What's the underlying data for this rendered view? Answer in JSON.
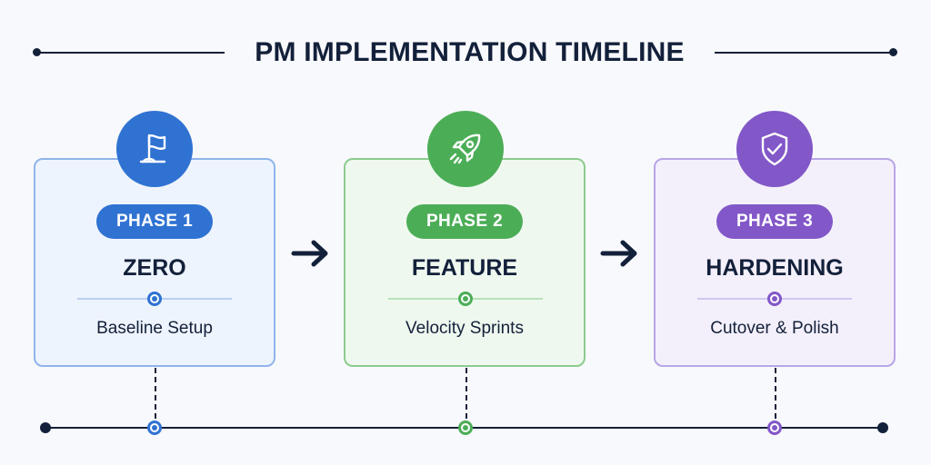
{
  "title": "PM IMPLEMENTATION TIMELINE",
  "phases": [
    {
      "badge": "PHASE 1",
      "name": "ZERO",
      "description": "Baseline Setup",
      "icon": "flag-icon",
      "color": "#2f72d2"
    },
    {
      "badge": "PHASE 2",
      "name": "FEATURE",
      "description": "Velocity Sprints",
      "icon": "rocket-icon",
      "color": "#4cad57"
    },
    {
      "badge": "PHASE 3",
      "name": "HARDENING",
      "description": "Cutover & Polish",
      "icon": "shield-check-icon",
      "color": "#8257c8"
    }
  ],
  "colors": {
    "ink": "#13203a",
    "background": "#f8f9fc"
  }
}
